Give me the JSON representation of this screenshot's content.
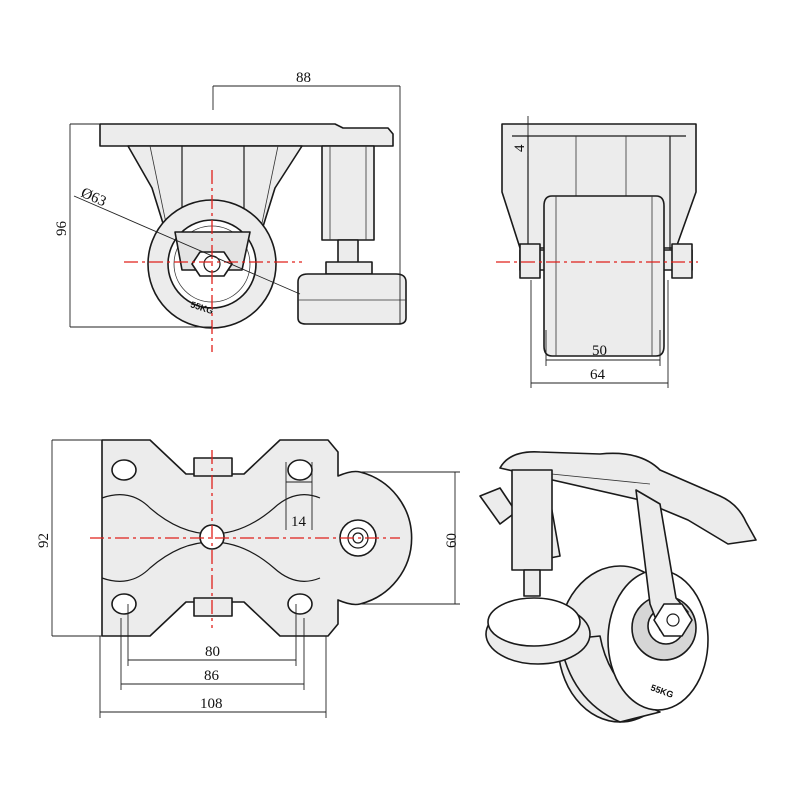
{
  "dimensions": {
    "front_mount_width": "88",
    "front_height": "96",
    "wheel_diameter": "Ø63",
    "side_top_offset": "4",
    "side_wheel_width": "50",
    "side_overall_width": "64",
    "plan_height": "92",
    "plan_slot_offset": "14",
    "plan_pad_width": "60",
    "plan_hole_spacing": "80",
    "plan_inner_width": "86",
    "plan_overall_length": "108"
  },
  "markings": {
    "wheel_load_stamp": "55KG"
  },
  "colors": {
    "centerline": "#e0201b",
    "line": "#1a1a1a",
    "fill": "#ececec"
  }
}
